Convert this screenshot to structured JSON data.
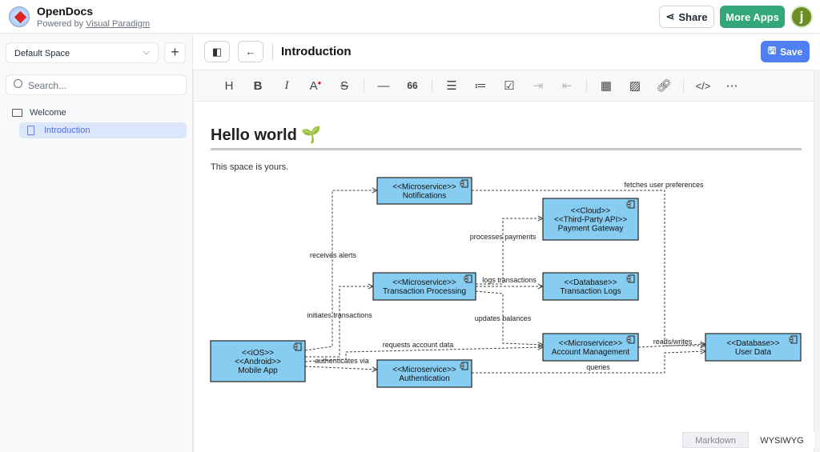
{
  "app": {
    "title": "OpenDocs",
    "powered_prefix": "Powered by",
    "powered_link": "Visual Paradigm"
  },
  "topbar": {
    "share": "Share",
    "more_apps": "More Apps",
    "avatar": "j"
  },
  "sidebar": {
    "space": "Default Space",
    "search_placeholder": "Search...",
    "folder": "Welcome",
    "items": [
      {
        "label": "Introduction",
        "active": true
      }
    ]
  },
  "header": {
    "title": "Introduction",
    "save": "Save"
  },
  "toolbar": {
    "icons": [
      "heading",
      "bold",
      "italic",
      "text-color",
      "strikethrough",
      "horizontal-rule",
      "quote",
      "bullet-list",
      "numbered-list",
      "task-list",
      "indent",
      "outdent",
      "table",
      "image",
      "link",
      "code",
      "more"
    ]
  },
  "document": {
    "heading": "Hello world 🌱",
    "paragraph": "This space is yours."
  },
  "diagram": {
    "nodes": [
      {
        "id": "notif",
        "lines": [
          "<<Microservice>>",
          "Notifications"
        ]
      },
      {
        "id": "pay",
        "lines": [
          "<<Cloud>>",
          "<<Third-Party API>>",
          "Payment Gateway"
        ]
      },
      {
        "id": "tp",
        "lines": [
          "<<Microservice>>",
          "Transaction Processing"
        ]
      },
      {
        "id": "logs",
        "lines": [
          "<<Database>>",
          "Transaction Logs"
        ]
      },
      {
        "id": "acct",
        "lines": [
          "<<Microservice>>",
          "Account Management"
        ]
      },
      {
        "id": "user",
        "lines": [
          "<<Database>>",
          "User Data"
        ]
      },
      {
        "id": "app",
        "lines": [
          "<<iOS>>",
          "<<Android>>",
          "Mobile App"
        ]
      },
      {
        "id": "auth",
        "lines": [
          "<<Microservice>>",
          "Authentication"
        ]
      }
    ],
    "edges": [
      {
        "from": "app",
        "to": "notif",
        "label": "receives alerts"
      },
      {
        "from": "app",
        "to": "tp",
        "label": "initiates transactions"
      },
      {
        "from": "app",
        "to": "auth",
        "label": "authenticates via"
      },
      {
        "from": "app",
        "to": "acct",
        "label": "requests account data"
      },
      {
        "from": "notif",
        "to": "user",
        "label": "fetches user preferences"
      },
      {
        "from": "tp",
        "to": "pay",
        "label": "processes payments"
      },
      {
        "from": "tp",
        "to": "logs",
        "label": "logs transactions"
      },
      {
        "from": "tp",
        "to": "acct",
        "label": "updates balances"
      },
      {
        "from": "acct",
        "to": "user",
        "label": "reads/writes"
      },
      {
        "from": "auth",
        "to": "user",
        "label": "queries"
      }
    ],
    "fill": "#87cdf2"
  },
  "footer": {
    "markdown": "Markdown",
    "wysiwyg": "WYSIWYG",
    "active": "WYSIWYG"
  }
}
